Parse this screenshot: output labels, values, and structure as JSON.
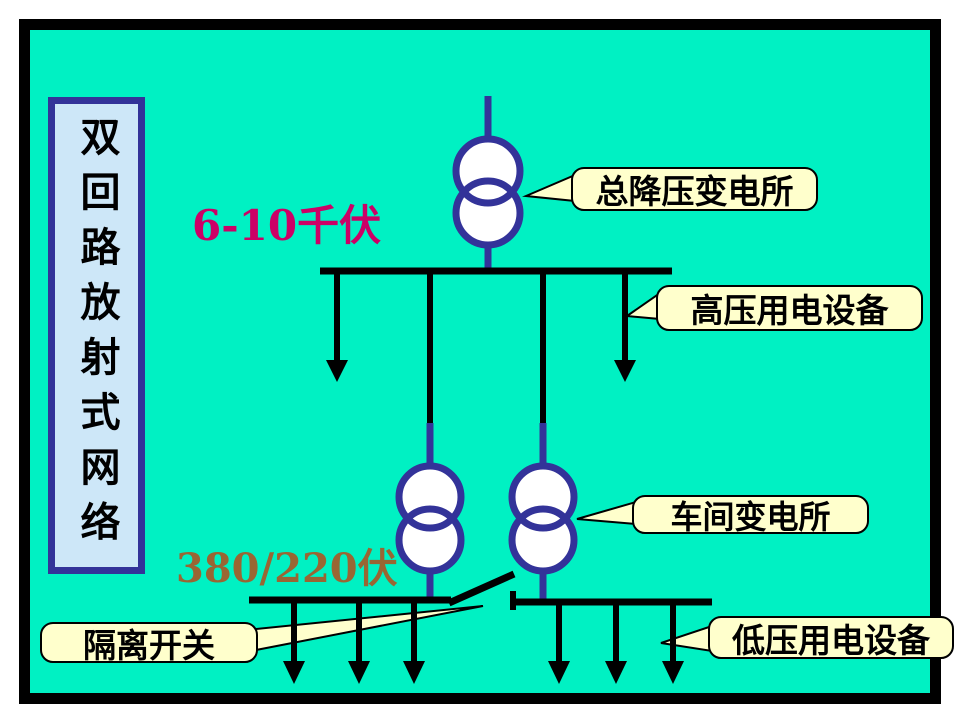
{
  "slide": {
    "title": "双回路放射式网络",
    "voltage_labels": {
      "hv": "6-10千伏",
      "lv": "380/220伏"
    },
    "callouts": {
      "main_substation": "总降压变电所",
      "hv_equipment": "高压用电设备",
      "workshop_substation": "车间变电所",
      "lv_equipment": "低压用电设备",
      "isolating_switch": "隔离开关"
    },
    "icons": {
      "transformer": "two-overlapping-circles-transformer-icon",
      "load": "down-arrow-icon",
      "switch": "knife-switch-icon"
    },
    "colors": {
      "slide_bg": "#00F1C3",
      "frame": "#000000",
      "title_fill": "#CDE7F8",
      "title_border": "#333399",
      "line_blue": "#333399",
      "line_black": "#000000",
      "callout_fill": "#FFFFCC",
      "hv_text": "#CC0066",
      "lv_text": "#996633"
    }
  }
}
